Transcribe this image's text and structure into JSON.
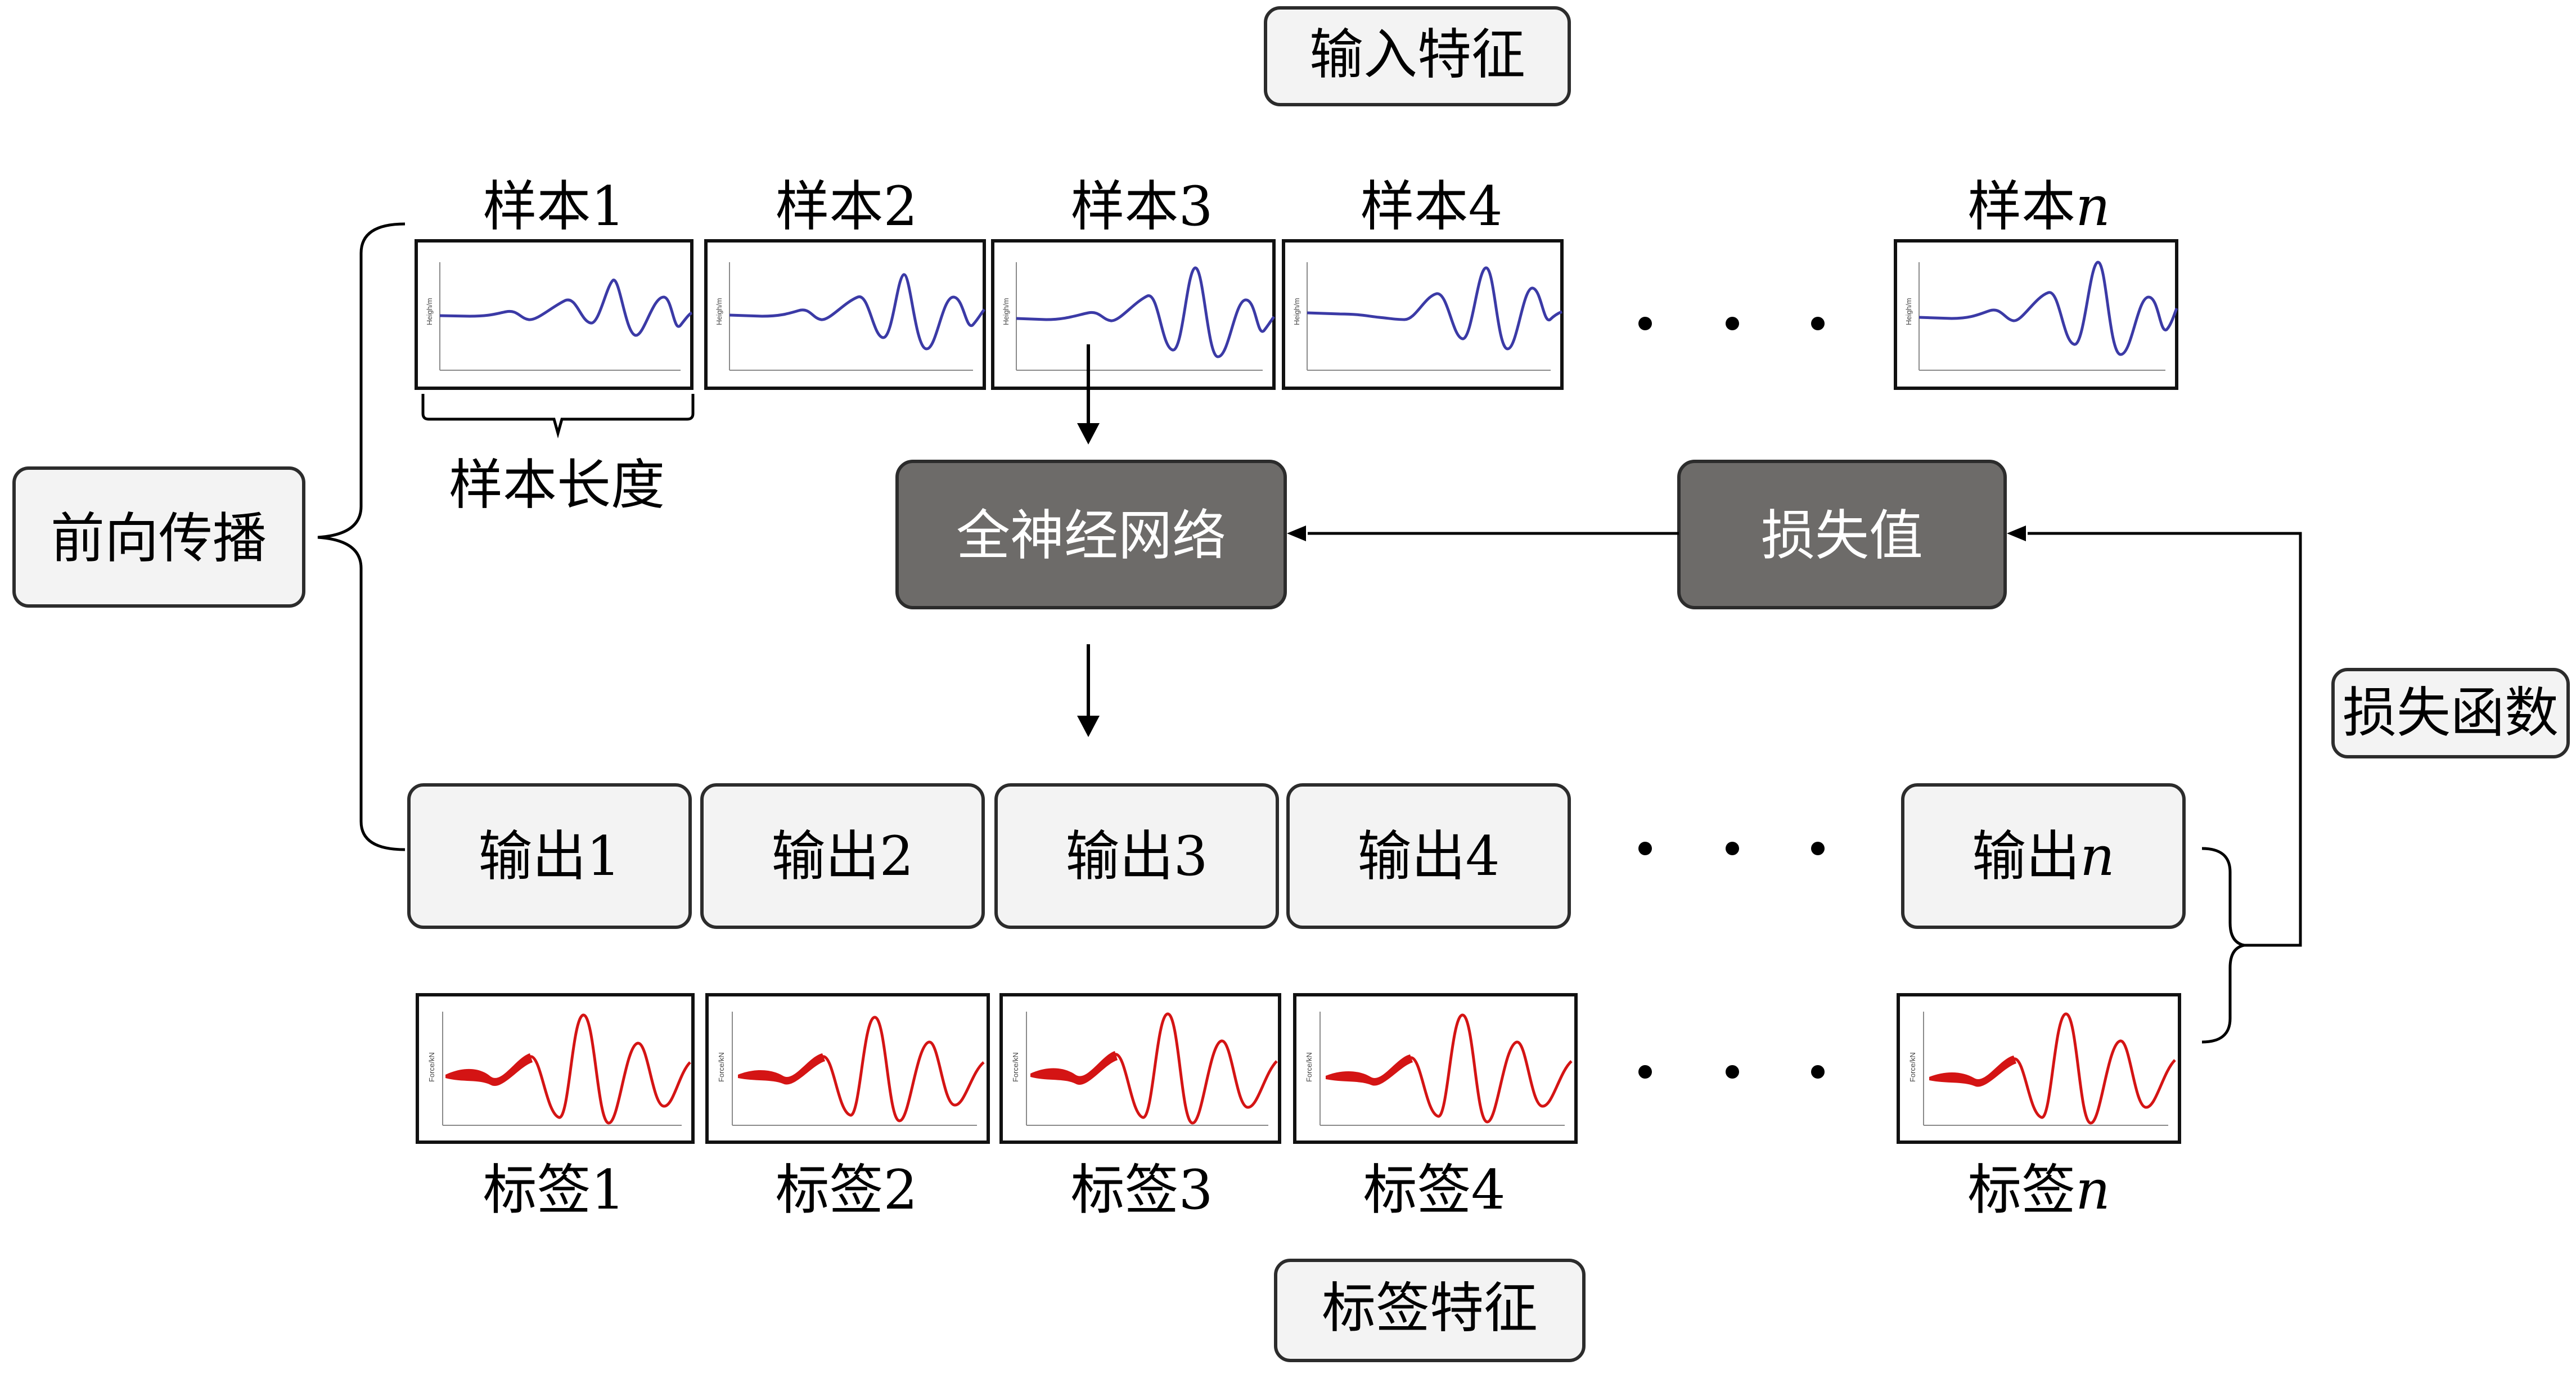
{
  "top_label": "输入特征",
  "bottom_label": "标签特征",
  "samples": [
    {
      "prefix": "样本",
      "index": "1"
    },
    {
      "prefix": "样本",
      "index": "2"
    },
    {
      "prefix": "样本",
      "index": "3"
    },
    {
      "prefix": "样本",
      "index": "4"
    },
    {
      "prefix": "样本",
      "index": "n"
    }
  ],
  "sample_length": "样本长度",
  "forward": "前向传播",
  "network": "全神经网络",
  "loss_value": "损失值",
  "loss_function": "损失函数",
  "outputs": [
    {
      "prefix": "输出",
      "index": "1"
    },
    {
      "prefix": "输出",
      "index": "2"
    },
    {
      "prefix": "输出",
      "index": "3"
    },
    {
      "prefix": "输出",
      "index": "4"
    },
    {
      "prefix": "输出",
      "index": "n"
    }
  ],
  "labels": [
    {
      "prefix": "标签",
      "index": "1"
    },
    {
      "prefix": "标签",
      "index": "2"
    },
    {
      "prefix": "标签",
      "index": "3"
    },
    {
      "prefix": "标签",
      "index": "4"
    },
    {
      "prefix": "标签",
      "index": "n"
    }
  ],
  "sample_plot_ylabel": "Heigh/m",
  "label_plot_ylabel": "Force/kN",
  "colors": {
    "sample_wave": "#3b3aa6",
    "label_wave": "#d41414",
    "dark_box": "#6d6b69",
    "light_box": "#f3f3f3"
  }
}
